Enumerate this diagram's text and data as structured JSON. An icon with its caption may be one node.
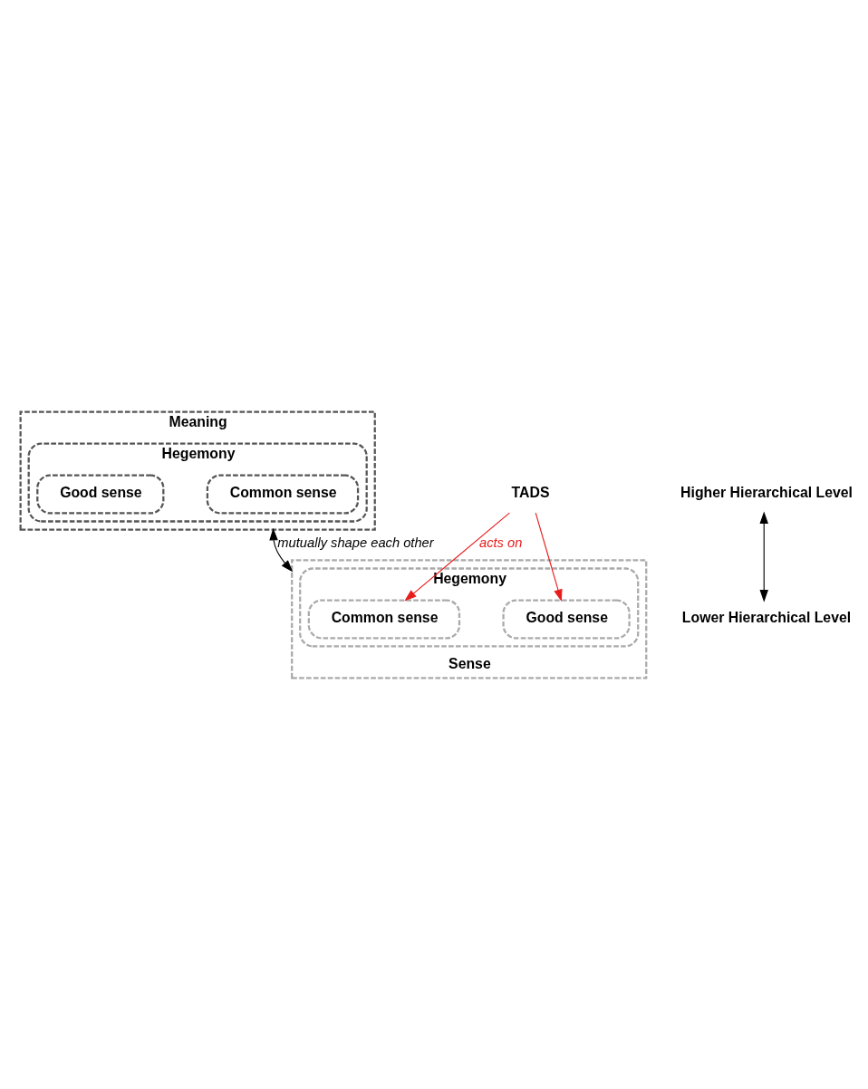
{
  "diagram": {
    "nodes": [
      {
        "text": [
          "Meaning"
        ]
      },
      {
        "text": [
          "Hegemony"
        ],
        "in": 0
      },
      {
        "text": [
          "Common sense"
        ],
        "in": 1
      },
      {
        "text": [
          "Good sense"
        ],
        "in": 1
      },
      {
        "text": [
          "Sense"
        ]
      },
      {
        "text": [
          "Hegemony"
        ],
        "in": 4
      },
      {
        "text": [
          "Common sense"
        ],
        "in": 5
      },
      {
        "text": [
          "Good sense"
        ],
        "in": 5
      },
      {
        "text": [
          "TADS"
        ]
      },
      {
        "text": [
          "Higher Hierarchical Level"
        ]
      },
      {
        "text": [
          "Lower Hierarchical Level"
        ]
      }
    ],
    "edges": [
      {
        "from": 0,
        "to": 4,
        "arrow": "both",
        "label": "mutually shape each other"
      },
      {
        "from": 8,
        "to": 6,
        "arrow": "to",
        "label": "acts on",
        "color": "#e81c1c"
      },
      {
        "from": 8,
        "to": 7,
        "arrow": "to",
        "color": "#e81c1c"
      },
      {
        "from": 9,
        "to": 10,
        "arrow": "both"
      }
    ]
  }
}
